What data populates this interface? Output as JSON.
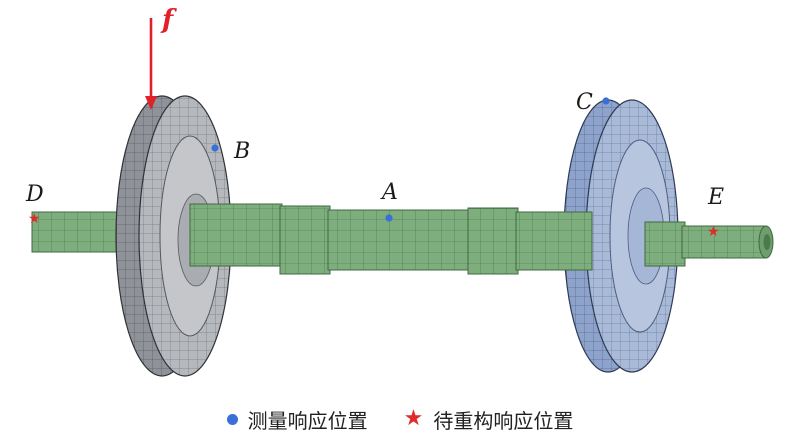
{
  "points": [
    {
      "id": "A",
      "label": "A",
      "kind": "measured"
    },
    {
      "id": "B",
      "label": "B",
      "kind": "measured"
    },
    {
      "id": "C",
      "label": "C",
      "kind": "measured"
    },
    {
      "id": "D",
      "label": "D",
      "kind": "reconstruct"
    },
    {
      "id": "E",
      "label": "E",
      "kind": "reconstruct"
    }
  ],
  "force": {
    "label": "f"
  },
  "legend": {
    "measured": "测量响应位置",
    "reconstruct": "待重构响应位置"
  },
  "colors": {
    "axle": "#78a878",
    "wheel_left": "#8c9097",
    "wheel_right": "#8aa0c8",
    "measured_marker": "#3a6fd8",
    "reconstruct_marker": "#e02b2b",
    "force": "#e0202a"
  }
}
